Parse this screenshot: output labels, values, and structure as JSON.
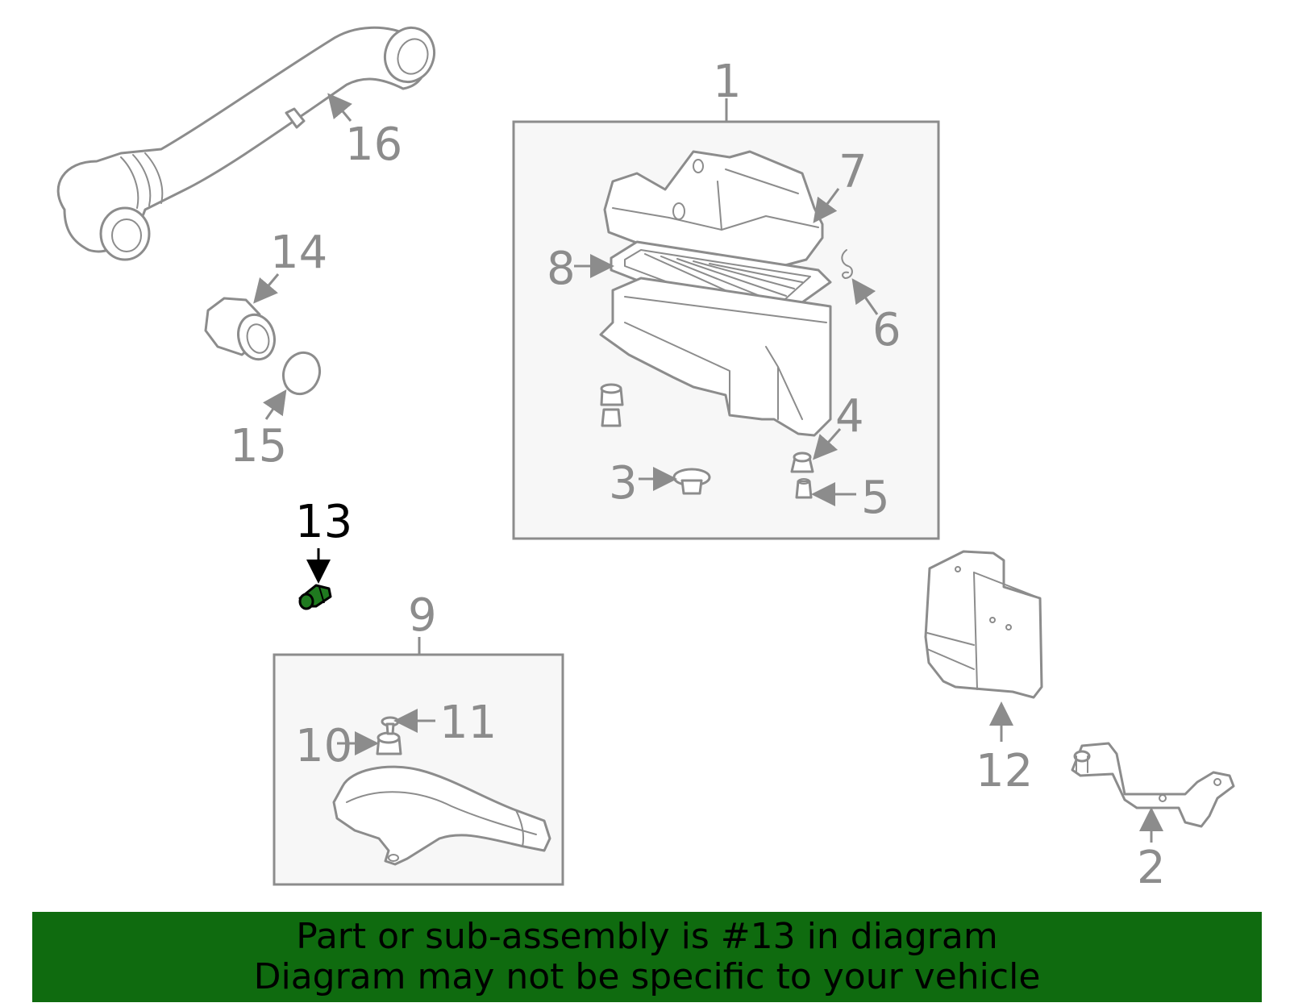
{
  "diagram": {
    "colors": {
      "line": "#8c8c8c",
      "highlight": "#000000",
      "part_highlight": "#1f7a1f",
      "banner": "#0f6b0f"
    },
    "highlighted_part": "13",
    "callouts": {
      "c1": "1",
      "c2": "2",
      "c3": "3",
      "c4": "4",
      "c5": "5",
      "c6": "6",
      "c7": "7",
      "c8": "8",
      "c9": "9",
      "c10": "10",
      "c11": "11",
      "c12": "12",
      "c13": "13",
      "c14": "14",
      "c15": "15",
      "c16": "16"
    }
  },
  "banner": {
    "line1": "Part or sub-assembly is #13 in diagram",
    "line2": "Diagram may not be specific to your vehicle"
  }
}
